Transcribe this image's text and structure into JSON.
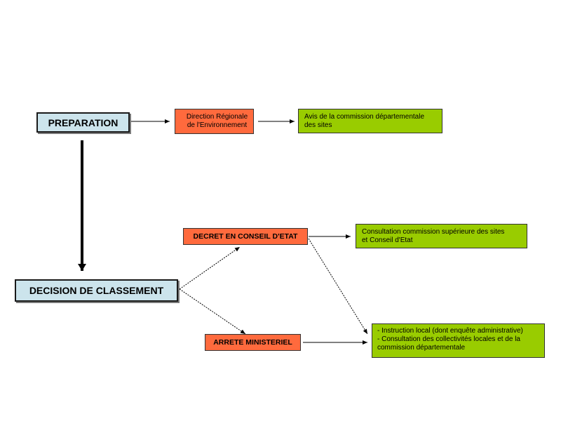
{
  "nodes": {
    "preparation": {
      "label": "PREPARATION"
    },
    "decision": {
      "label": "DECISION DE CLASSEMENT"
    },
    "direction_regionale": {
      "lines": [
        "Direction Régionale",
        "de l'Environnement"
      ]
    },
    "avis_commission": {
      "lines": [
        "Avis de la commission départementale",
        "des sites"
      ]
    },
    "decret": {
      "label": "DECRET EN CONSEIL D'ETAT"
    },
    "consultation_superieure": {
      "lines": [
        "Consultation commission supérieure des sites",
        "et Conseil d'Etat"
      ]
    },
    "arrete": {
      "label": "ARRETE MINISTERIEL"
    },
    "instruction_locale": {
      "lines": [
        "- Instruction local (dont enquête administrative)",
        "- Consultation des collectivités locales et de la",
        "commission départementale"
      ]
    }
  },
  "colors": {
    "main_fill": "#cce4ec",
    "orange_fill": "#ff6a3d",
    "green_fill": "#99cc00",
    "line": "#000000"
  }
}
